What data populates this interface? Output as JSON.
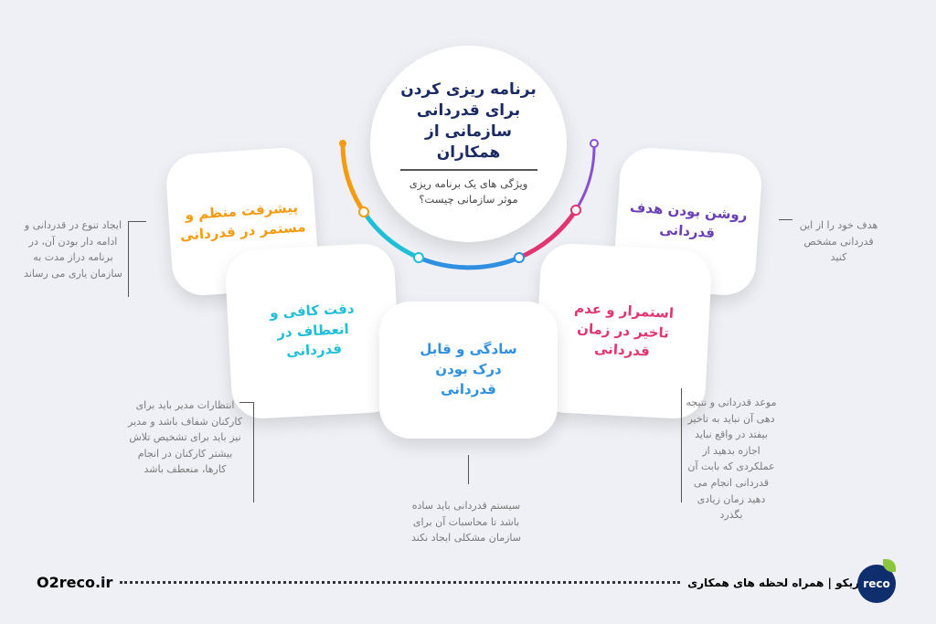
{
  "center": {
    "title": "برنامه ریزی کردن برای قدردانی سازمانی از همکاران",
    "subtitle": "ویژگی های یک برنامه ریزی موثر سازمانی چیست؟"
  },
  "cards": [
    {
      "label": "پیشرفت منظم و مستمر در قدردانی",
      "color": "#f39c12",
      "note": "ایجاد تنوع در قدردانی و ادامه دار بودن آن، در برنامه دراز مدت به سازمان یاری می رساند"
    },
    {
      "label": "روشن بودن هدف قدردانی",
      "color": "#6a3fb5",
      "note": "هدف خود را از این قدردانی مشخص کنید"
    },
    {
      "label": "دقت کافی و انعطاف در قدردانی",
      "color": "#1fbfd6",
      "note": "انتظارات مدیر باید برای کارکنان شفاف باشد و مدیر نیز باید برای تشخیص تلاش بیشتر کارکنان در انجام کارها، منعطف باشد"
    },
    {
      "label": "استمرار و عدم تاخیر در زمان قدردانی",
      "color": "#e0356f",
      "note": "موعد قدردانی و نتیجه دهی آن نباید به تاخیر بیفتد در واقع نباید اجازه بدهید از عملکردی که بابت آن قدردانی انجام می دهید زمان زیادی بگذرد"
    },
    {
      "label": "سادگی و قابل درک بودن قدردانی",
      "color": "#2f8fe0",
      "note": "سیستم قدردانی باید ساده باشد تا محاسبات آن برای سازمان مشکلی ایجاد نکند"
    }
  ],
  "footer": {
    "site": "O2reco.ir",
    "tagline": "ریکو | همراه لحظه های همکاری",
    "logo": "reco"
  }
}
